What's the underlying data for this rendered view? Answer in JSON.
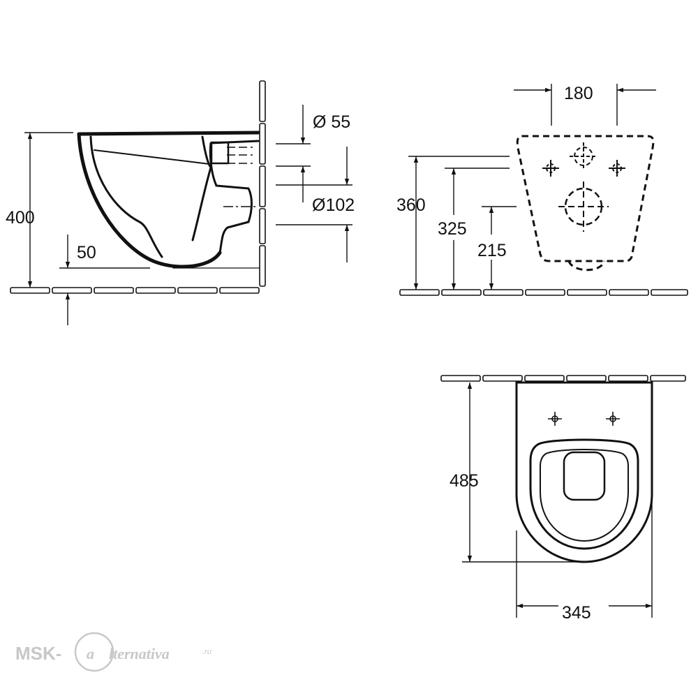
{
  "side_view": {
    "height": "400",
    "clearance": "50",
    "inlet_diameter": "Ø 55",
    "outlet_diameter": "Ø102"
  },
  "rear_view": {
    "bolt_spacing": "180",
    "inlet_height": "360",
    "bolt_height": "325",
    "outlet_height": "215"
  },
  "top_view": {
    "length": "485",
    "width": "345"
  },
  "watermark": {
    "prefix": "MSK-",
    "emblem": "a",
    "name": "lternativa",
    "suffix": ".ru"
  }
}
